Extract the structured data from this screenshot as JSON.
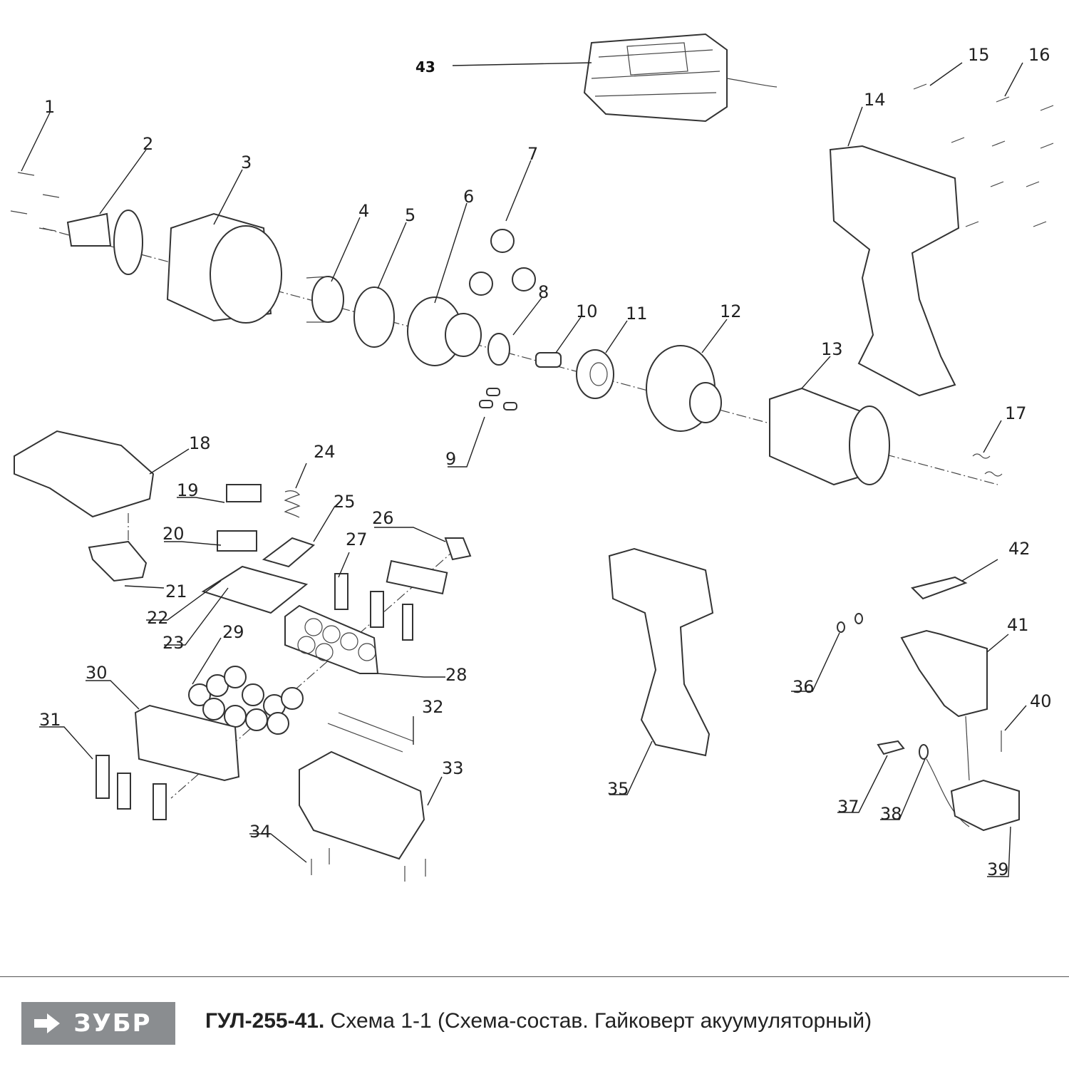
{
  "diagram": {
    "part_labels": [
      "1",
      "2",
      "3",
      "4",
      "5",
      "6",
      "7",
      "8",
      "9",
      "10",
      "11",
      "12",
      "13",
      "14",
      "15",
      "16",
      "17",
      "18",
      "19",
      "20",
      "21",
      "22",
      "23",
      "24",
      "25",
      "26",
      "27",
      "28",
      "29",
      "30",
      "31",
      "32",
      "33",
      "34",
      "35",
      "36",
      "37",
      "38",
      "39",
      "40",
      "41",
      "42",
      "43"
    ]
  },
  "footer": {
    "brand": "ЗУБР",
    "model": "ГУЛ-255-41.",
    "caption": " Схема 1-1 (Схема-состав. Гайковерт акуумуляторный)"
  }
}
